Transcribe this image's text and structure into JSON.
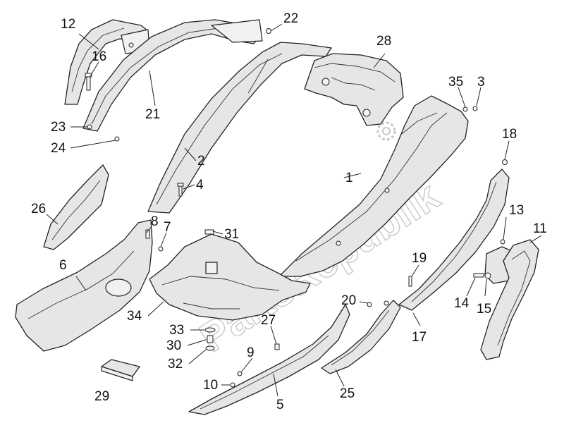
{
  "watermark": "PartsRepublik",
  "callouts": [
    {
      "id": "c1",
      "text": "1"
    },
    {
      "id": "c2",
      "text": "2"
    },
    {
      "id": "c3",
      "text": "3"
    },
    {
      "id": "c4",
      "text": "4"
    },
    {
      "id": "c5",
      "text": "5"
    },
    {
      "id": "c6",
      "text": "6"
    },
    {
      "id": "c7",
      "text": "7"
    },
    {
      "id": "c8",
      "text": "8"
    },
    {
      "id": "c9",
      "text": "9"
    },
    {
      "id": "c10",
      "text": "10"
    },
    {
      "id": "c11",
      "text": "11"
    },
    {
      "id": "c12",
      "text": "12"
    },
    {
      "id": "c13",
      "text": "13"
    },
    {
      "id": "c14",
      "text": "14"
    },
    {
      "id": "c15",
      "text": "15"
    },
    {
      "id": "c16",
      "text": "16"
    },
    {
      "id": "c17",
      "text": "17"
    },
    {
      "id": "c18",
      "text": "18"
    },
    {
      "id": "c19",
      "text": "19"
    },
    {
      "id": "c20",
      "text": "20"
    },
    {
      "id": "c21",
      "text": "21"
    },
    {
      "id": "c22",
      "text": "22"
    },
    {
      "id": "c23",
      "text": "23"
    },
    {
      "id": "c24",
      "text": "24"
    },
    {
      "id": "c25",
      "text": "25"
    },
    {
      "id": "c26",
      "text": "26"
    },
    {
      "id": "c27",
      "text": "27"
    },
    {
      "id": "c28",
      "text": "28"
    },
    {
      "id": "c29",
      "text": "29"
    },
    {
      "id": "c30",
      "text": "30"
    },
    {
      "id": "c31",
      "text": "31"
    },
    {
      "id": "c32",
      "text": "32"
    },
    {
      "id": "c33",
      "text": "33"
    },
    {
      "id": "c34",
      "text": "34"
    },
    {
      "id": "c35",
      "text": "35"
    }
  ]
}
